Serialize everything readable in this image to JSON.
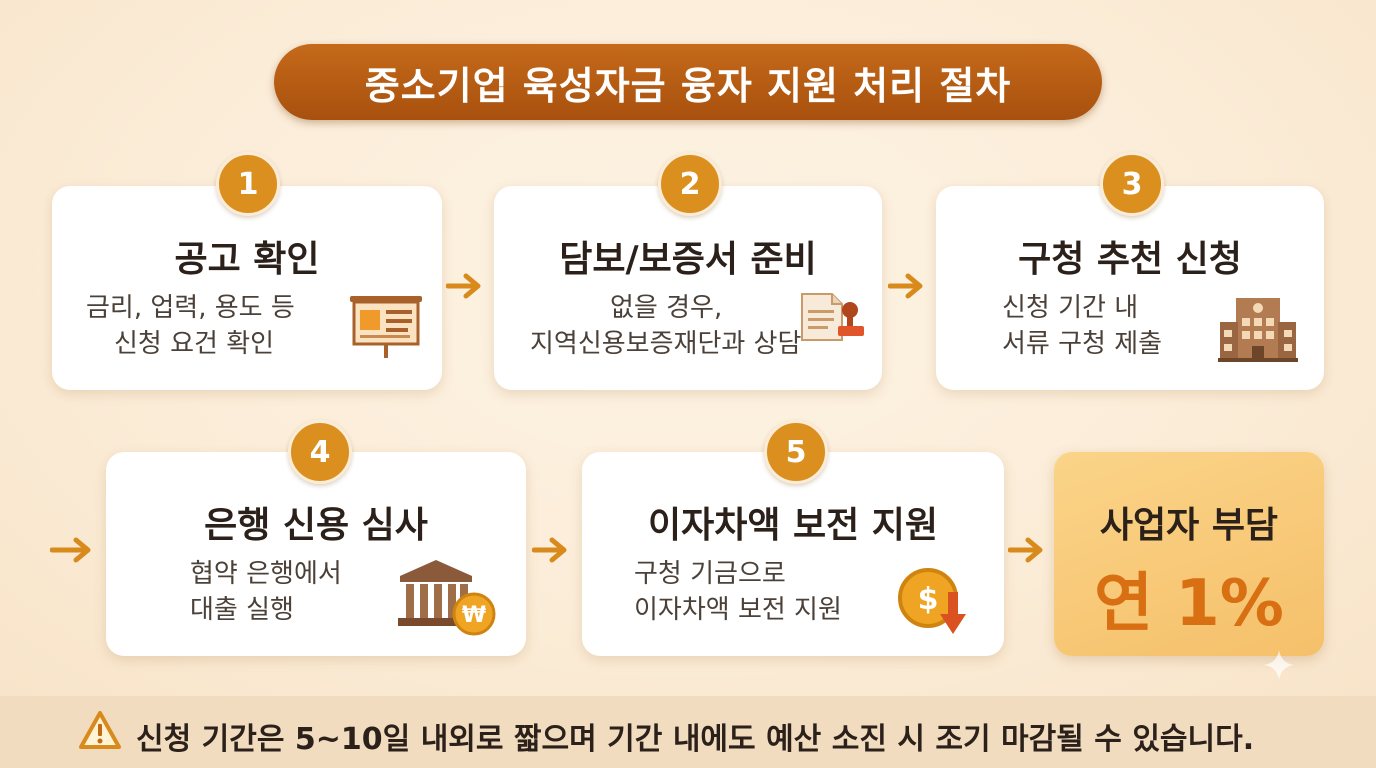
{
  "title": "중소기업 육성자금 융자 지원 처리 절차",
  "steps": [
    {
      "number": "1",
      "title": "공고 확인",
      "desc": [
        "금리, 업력, 용도 등",
        "신청 요건 확인"
      ],
      "icon": "presentation-board-icon"
    },
    {
      "number": "2",
      "title": "담보/보증서 준비",
      "desc": [
        "없을 경우,",
        "지역신용보증재단과 상담"
      ],
      "icon": "document-stamp-icon"
    },
    {
      "number": "3",
      "title": "구청 추천 신청",
      "desc": [
        "신청 기간 내",
        "서류 구청 제출"
      ],
      "icon": "office-building-icon"
    },
    {
      "number": "4",
      "title": "은행 신용 심사",
      "desc": [
        "협약 은행에서",
        "대출 실행"
      ],
      "icon": "bank-won-icon"
    },
    {
      "number": "5",
      "title": "이자차액 보전 지원",
      "desc": [
        "구청 기금으로",
        "이자차액 보전 지원"
      ],
      "icon": "dollar-down-arrow-icon"
    }
  ],
  "result": {
    "title": "사업자 부담",
    "value": "연 1%"
  },
  "footer": {
    "notice": "신청 기간은 5~10일 내외로 짧으며 기간 내에도 예산 소진 시 조기 마감될 수 있습니다.",
    "icon": "warning-icon"
  },
  "colors": {
    "accent": "#db8f1e",
    "title_bg": "#b85e14",
    "highlight_bg": "#f8c877",
    "highlight_text": "#d86f12",
    "background": "#fbecd7"
  }
}
